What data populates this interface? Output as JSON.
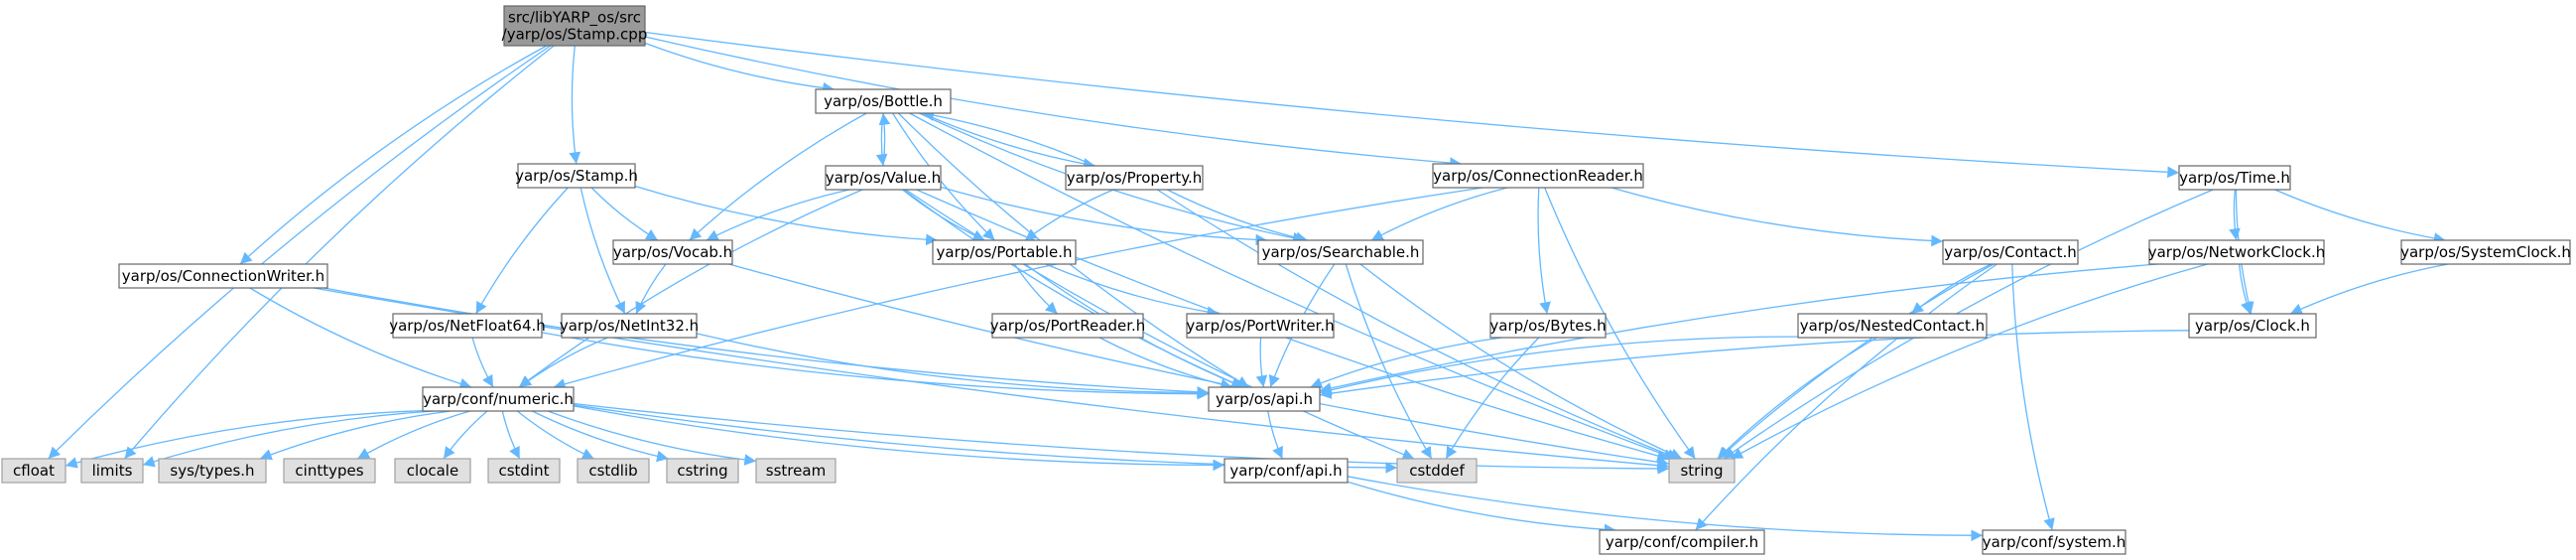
{
  "diagram": {
    "nodes": [
      {
        "id": "root",
        "label": [
          "src/libYARP_os/src",
          "/yarp/os/Stamp.cpp"
        ],
        "kind": "root"
      },
      {
        "id": "bottle",
        "label": [
          "yarp/os/Bottle.h"
        ],
        "kind": "hdr"
      },
      {
        "id": "stamp",
        "label": [
          "yarp/os/Stamp.h"
        ],
        "kind": "hdr"
      },
      {
        "id": "value",
        "label": [
          "yarp/os/Value.h"
        ],
        "kind": "hdr"
      },
      {
        "id": "property",
        "label": [
          "yarp/os/Property.h"
        ],
        "kind": "hdr"
      },
      {
        "id": "connreader",
        "label": [
          "yarp/os/ConnectionReader.h"
        ],
        "kind": "hdr"
      },
      {
        "id": "time",
        "label": [
          "yarp/os/Time.h"
        ],
        "kind": "hdr"
      },
      {
        "id": "vocab",
        "label": [
          "yarp/os/Vocab.h"
        ],
        "kind": "hdr"
      },
      {
        "id": "portable",
        "label": [
          "yarp/os/Portable.h"
        ],
        "kind": "hdr"
      },
      {
        "id": "searchable",
        "label": [
          "yarp/os/Searchable.h"
        ],
        "kind": "hdr"
      },
      {
        "id": "contact",
        "label": [
          "yarp/os/Contact.h"
        ],
        "kind": "hdr"
      },
      {
        "id": "netclock",
        "label": [
          "yarp/os/NetworkClock.h"
        ],
        "kind": "hdr"
      },
      {
        "id": "sysclock",
        "label": [
          "yarp/os/SystemClock.h"
        ],
        "kind": "hdr"
      },
      {
        "id": "connwriter",
        "label": [
          "yarp/os/ConnectionWriter.h"
        ],
        "kind": "hdr"
      },
      {
        "id": "netfloat",
        "label": [
          "yarp/os/NetFloat64.h"
        ],
        "kind": "hdr"
      },
      {
        "id": "netint",
        "label": [
          "yarp/os/NetInt32.h"
        ],
        "kind": "hdr"
      },
      {
        "id": "portreader",
        "label": [
          "yarp/os/PortReader.h"
        ],
        "kind": "hdr"
      },
      {
        "id": "portwriter",
        "label": [
          "yarp/os/PortWriter.h"
        ],
        "kind": "hdr"
      },
      {
        "id": "bytes",
        "label": [
          "yarp/os/Bytes.h"
        ],
        "kind": "hdr"
      },
      {
        "id": "nestedcontact",
        "label": [
          "yarp/os/NestedContact.h"
        ],
        "kind": "hdr"
      },
      {
        "id": "clock",
        "label": [
          "yarp/os/Clock.h"
        ],
        "kind": "hdr"
      },
      {
        "id": "numeric",
        "label": [
          "yarp/conf/numeric.h"
        ],
        "kind": "hdr"
      },
      {
        "id": "osapi",
        "label": [
          "yarp/os/api.h"
        ],
        "kind": "hdr"
      },
      {
        "id": "cfloat",
        "label": [
          "cfloat"
        ],
        "kind": "std"
      },
      {
        "id": "limits",
        "label": [
          "limits"
        ],
        "kind": "std"
      },
      {
        "id": "systypes",
        "label": [
          "sys/types.h"
        ],
        "kind": "std"
      },
      {
        "id": "cinttypes",
        "label": [
          "cinttypes"
        ],
        "kind": "std"
      },
      {
        "id": "clocale",
        "label": [
          "clocale"
        ],
        "kind": "std"
      },
      {
        "id": "cstdint",
        "label": [
          "cstdint"
        ],
        "kind": "std"
      },
      {
        "id": "cstdlib",
        "label": [
          "cstdlib"
        ],
        "kind": "std"
      },
      {
        "id": "cstring",
        "label": [
          "cstring"
        ],
        "kind": "std"
      },
      {
        "id": "sstream",
        "label": [
          "sstream"
        ],
        "kind": "std"
      },
      {
        "id": "cstddef",
        "label": [
          "cstddef"
        ],
        "kind": "std"
      },
      {
        "id": "string",
        "label": [
          "string"
        ],
        "kind": "std"
      },
      {
        "id": "confapi",
        "label": [
          "yarp/conf/api.h"
        ],
        "kind": "hdr"
      },
      {
        "id": "compiler",
        "label": [
          "yarp/conf/compiler.h"
        ],
        "kind": "hdr"
      },
      {
        "id": "system",
        "label": [
          "yarp/conf/system.h"
        ],
        "kind": "hdr"
      }
    ],
    "edges": [
      [
        "root",
        "bottle"
      ],
      [
        "root",
        "stamp"
      ],
      [
        "root",
        "connreader"
      ],
      [
        "root",
        "time"
      ],
      [
        "root",
        "connwriter"
      ],
      [
        "root",
        "cfloat"
      ],
      [
        "root",
        "limits"
      ],
      [
        "bottle",
        "value"
      ],
      [
        "bottle",
        "property"
      ],
      [
        "bottle",
        "vocab"
      ],
      [
        "bottle",
        "portable"
      ],
      [
        "bottle",
        "searchable"
      ],
      [
        "bottle",
        "osapi"
      ],
      [
        "bottle",
        "string"
      ],
      [
        "value",
        "bottle"
      ],
      [
        "value",
        "vocab"
      ],
      [
        "value",
        "portable"
      ],
      [
        "value",
        "searchable"
      ],
      [
        "value",
        "numeric"
      ],
      [
        "value",
        "osapi"
      ],
      [
        "value",
        "string"
      ],
      [
        "value",
        "cstddef"
      ],
      [
        "property",
        "bottle"
      ],
      [
        "property",
        "portable"
      ],
      [
        "property",
        "searchable"
      ],
      [
        "property",
        "string"
      ],
      [
        "stamp",
        "portable"
      ],
      [
        "stamp",
        "netfloat"
      ],
      [
        "stamp",
        "netint"
      ],
      [
        "stamp",
        "vocab"
      ],
      [
        "connreader",
        "searchable"
      ],
      [
        "connreader",
        "contact"
      ],
      [
        "connreader",
        "bytes"
      ],
      [
        "connreader",
        "numeric"
      ],
      [
        "connreader",
        "string"
      ],
      [
        "time",
        "netclock"
      ],
      [
        "time",
        "sysclock"
      ],
      [
        "time",
        "clock"
      ],
      [
        "time",
        "string"
      ],
      [
        "vocab",
        "netint"
      ],
      [
        "vocab",
        "string"
      ],
      [
        "portable",
        "portreader"
      ],
      [
        "portable",
        "portwriter"
      ],
      [
        "portable",
        "osapi"
      ],
      [
        "searchable",
        "osapi"
      ],
      [
        "searchable",
        "string"
      ],
      [
        "searchable",
        "cstddef"
      ],
      [
        "contact",
        "nestedcontact"
      ],
      [
        "contact",
        "string"
      ],
      [
        "contact",
        "compiler"
      ],
      [
        "contact",
        "system"
      ],
      [
        "netclock",
        "clock"
      ],
      [
        "netclock",
        "osapi"
      ],
      [
        "netclock",
        "string"
      ],
      [
        "sysclock",
        "clock"
      ],
      [
        "connwriter",
        "numeric"
      ],
      [
        "connwriter",
        "osapi"
      ],
      [
        "connwriter",
        "string"
      ],
      [
        "netfloat",
        "numeric"
      ],
      [
        "netfloat",
        "osapi"
      ],
      [
        "netint",
        "numeric"
      ],
      [
        "netint",
        "osapi"
      ],
      [
        "portreader",
        "osapi"
      ],
      [
        "portwriter",
        "osapi"
      ],
      [
        "bytes",
        "osapi"
      ],
      [
        "bytes",
        "cstddef"
      ],
      [
        "nestedcontact",
        "osapi"
      ],
      [
        "nestedcontact",
        "string"
      ],
      [
        "clock",
        "osapi"
      ],
      [
        "numeric",
        "cfloat"
      ],
      [
        "numeric",
        "limits"
      ],
      [
        "numeric",
        "systypes"
      ],
      [
        "numeric",
        "cinttypes"
      ],
      [
        "numeric",
        "clocale"
      ],
      [
        "numeric",
        "cstdint"
      ],
      [
        "numeric",
        "cstdlib"
      ],
      [
        "numeric",
        "cstring"
      ],
      [
        "numeric",
        "sstream"
      ],
      [
        "numeric",
        "cstddef"
      ],
      [
        "numeric",
        "string"
      ],
      [
        "numeric",
        "confapi"
      ],
      [
        "osapi",
        "confapi"
      ],
      [
        "confapi",
        "compiler"
      ],
      [
        "confapi",
        "system"
      ]
    ]
  }
}
